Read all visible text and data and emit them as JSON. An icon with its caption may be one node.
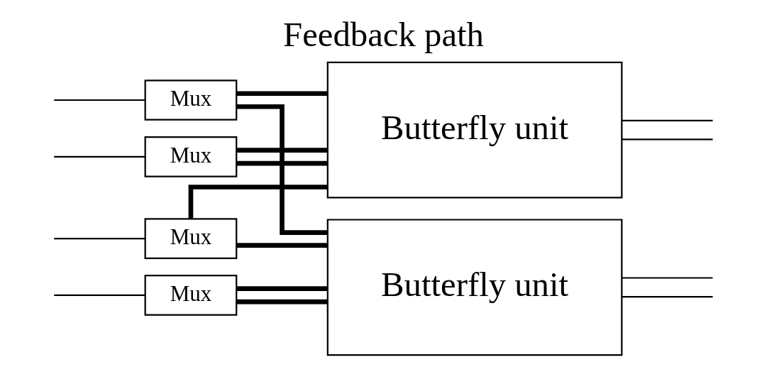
{
  "diagram": {
    "title": "Feedback path",
    "nodes": [
      {
        "text": [
          "Mux"
        ]
      },
      {
        "text": [
          "Mux"
        ]
      },
      {
        "text": [
          "Mux"
        ]
      },
      {
        "text": [
          "Mux"
        ]
      },
      {
        "text": [
          "Butterfly unit"
        ]
      },
      {
        "text": [
          "Butterfly unit"
        ]
      }
    ],
    "edges": [
      {
        "from": null,
        "to": 0,
        "arrow": "none"
      },
      {
        "from": null,
        "to": 1,
        "arrow": "none"
      },
      {
        "from": null,
        "to": 2,
        "arrow": "none"
      },
      {
        "from": null,
        "to": 3,
        "arrow": "none"
      },
      {
        "from": 0,
        "to": 4,
        "arrow": "none",
        "style": "thick"
      },
      {
        "from": 1,
        "to": 4,
        "arrow": "none",
        "style": "thick"
      },
      {
        "from": 2,
        "to": 5,
        "arrow": "none",
        "style": "thick"
      },
      {
        "from": 3,
        "to": 5,
        "arrow": "none",
        "style": "thick"
      },
      {
        "from": 4,
        "to": 0,
        "arrow": "none",
        "style": "thick"
      },
      {
        "from": 4,
        "to": 2,
        "arrow": "none",
        "style": "thick"
      },
      {
        "from": 5,
        "to": 1,
        "arrow": "none",
        "style": "thick"
      },
      {
        "from": 5,
        "to": 3,
        "arrow": "none",
        "style": "thick"
      },
      {
        "from": 4,
        "to": null,
        "arrow": "none"
      },
      {
        "from": 4,
        "to": null,
        "arrow": "none"
      },
      {
        "from": 5,
        "to": null,
        "arrow": "none"
      },
      {
        "from": 5,
        "to": null,
        "arrow": "none"
      }
    ]
  }
}
